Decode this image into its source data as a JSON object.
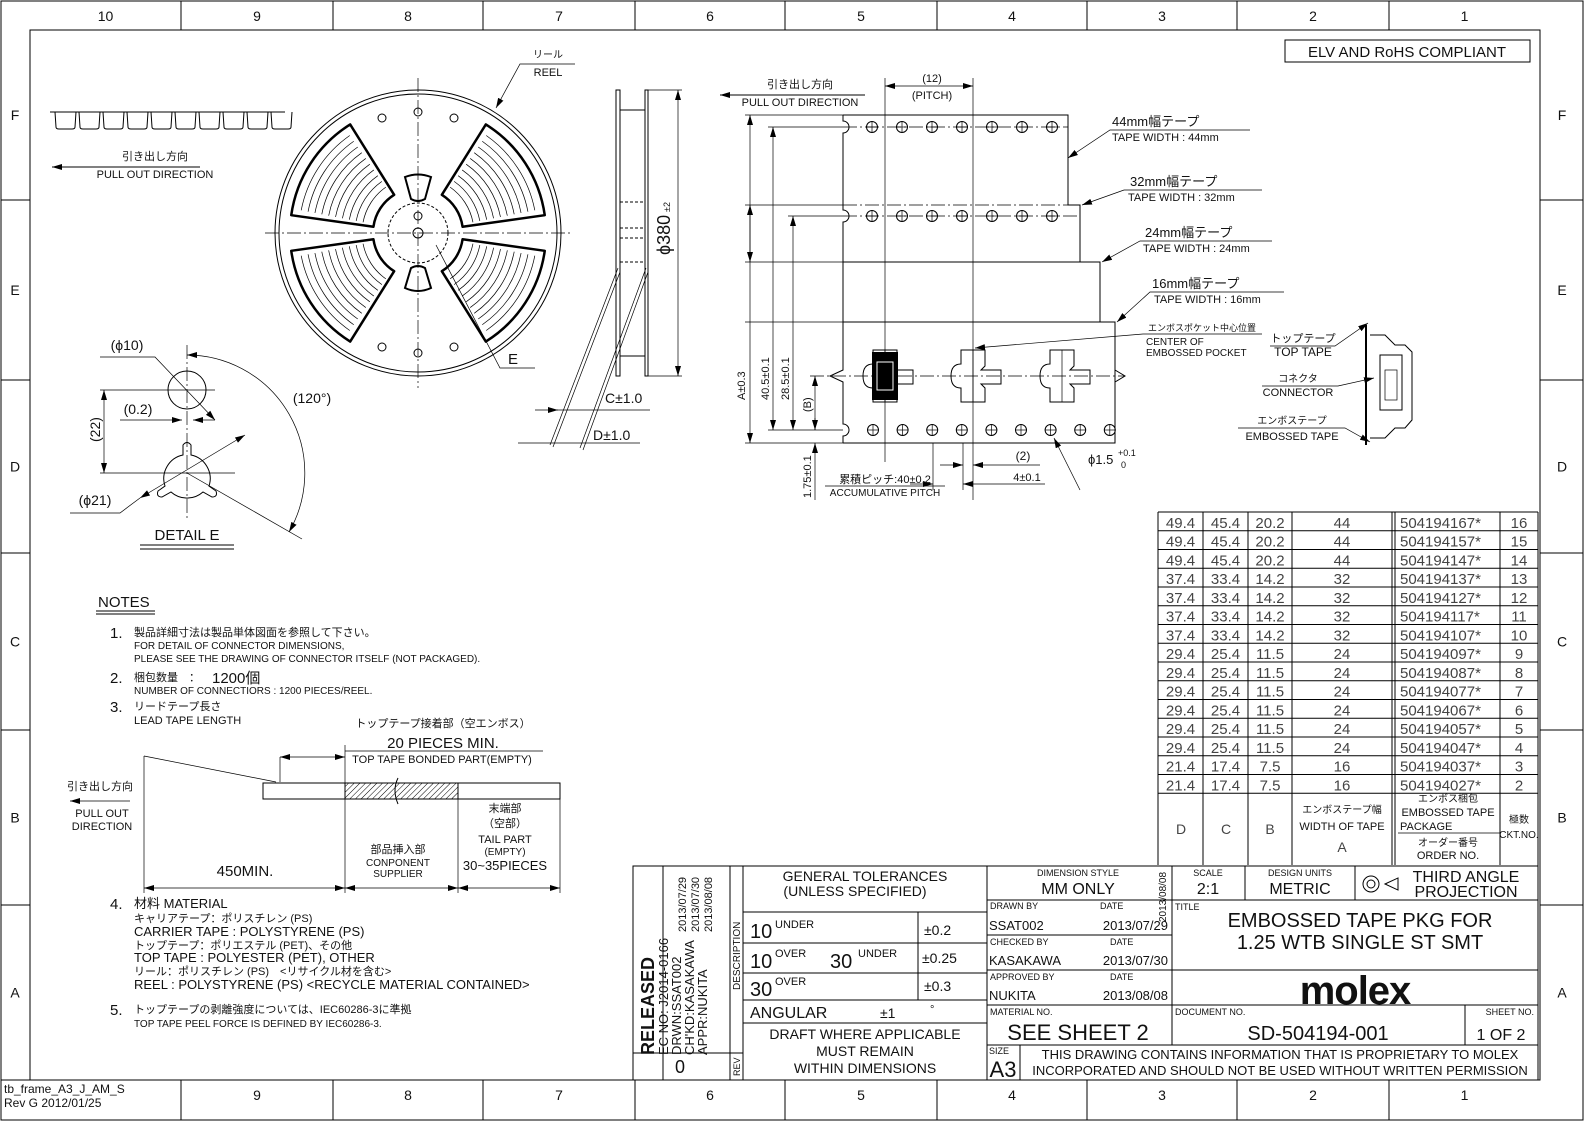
{
  "frame": {
    "col_numbers": [
      "10",
      "9",
      "8",
      "7",
      "6",
      "5",
      "4",
      "3",
      "2",
      "1"
    ],
    "row_letters": [
      "F",
      "E",
      "D",
      "C",
      "B",
      "A"
    ],
    "frame_id": "tb_frame_A3_J_AM_S",
    "frame_rev": "Rev G 2012/01/25"
  },
  "compliance": "ELV AND RoHS COMPLIANT",
  "reel": {
    "label_jp": "リール",
    "label_en": "REEL",
    "pull_jp": "引き出し方向",
    "pull_en": "PULL OUT DIRECTION",
    "diameter": "ϕ380",
    "diameter_tol": "±2",
    "c_dim": "C±1.0",
    "d_dim": "D±1.0",
    "detail_ref": "E"
  },
  "detail_e": {
    "d10": "(ϕ10)",
    "d02": "(0.2)",
    "d22": "(22)",
    "angle": "(120°)",
    "d21": "(ϕ21)",
    "title": "DETAIL E"
  },
  "tape": {
    "pull_jp": "引き出し方向",
    "pull_en": "PULL OUT DIRECTION",
    "pitch_value": "(12)",
    "pitch_label": "(PITCH)",
    "widths": [
      {
        "jp": "44mm幅テープ",
        "en": "TAPE WIDTH : 44mm"
      },
      {
        "jp": "32mm幅テープ",
        "en": "TAPE WIDTH : 32mm"
      },
      {
        "jp": "24mm幅テープ",
        "en": "TAPE WIDTH : 24mm"
      },
      {
        "jp": "16mm幅テープ",
        "en": "TAPE WIDTH : 16mm"
      }
    ],
    "center_jp": "エンボスポケット中心位置",
    "center_en1": "CENTER OF",
    "center_en2": "EMBOSSED POCKET",
    "top_tape_jp": "トップテープ",
    "top_tape_en": "TOP TAPE",
    "connector_jp": "コネクタ",
    "connector_en": "CONNECTOR",
    "emb_jp": "エンボステープ",
    "emb_en": "EMBOSSED TAPE",
    "dim_a": "A±0.3",
    "dim_405": "40.5±0.1",
    "dim_285": "28.5±0.1",
    "dim_b": "(B)",
    "dim_175": "1.75±0.1",
    "acc_jp": "累積ピッチ:40±0.2",
    "acc_en": "ACCUMULATIVE PITCH",
    "dim_2": "(2)",
    "dim_4": "4±0.1",
    "hole": "ϕ1.5",
    "hole_tol_plus": "+0.1",
    "hole_tol_minus": "0"
  },
  "table": {
    "rows": [
      [
        "49.4",
        "45.4",
        "20.2",
        "44",
        "504194167*",
        "16"
      ],
      [
        "49.4",
        "45.4",
        "20.2",
        "44",
        "504194157*",
        "15"
      ],
      [
        "49.4",
        "45.4",
        "20.2",
        "44",
        "504194147*",
        "14"
      ],
      [
        "37.4",
        "33.4",
        "14.2",
        "32",
        "504194137*",
        "13"
      ],
      [
        "37.4",
        "33.4",
        "14.2",
        "32",
        "504194127*",
        "12"
      ],
      [
        "37.4",
        "33.4",
        "14.2",
        "32",
        "504194117*",
        "11"
      ],
      [
        "37.4",
        "33.4",
        "14.2",
        "32",
        "504194107*",
        "10"
      ],
      [
        "29.4",
        "25.4",
        "11.5",
        "24",
        "504194097*",
        "9"
      ],
      [
        "29.4",
        "25.4",
        "11.5",
        "24",
        "504194087*",
        "8"
      ],
      [
        "29.4",
        "25.4",
        "11.5",
        "24",
        "504194077*",
        "7"
      ],
      [
        "29.4",
        "25.4",
        "11.5",
        "24",
        "504194067*",
        "6"
      ],
      [
        "29.4",
        "25.4",
        "11.5",
        "24",
        "504194057*",
        "5"
      ],
      [
        "29.4",
        "25.4",
        "11.5",
        "24",
        "504194047*",
        "4"
      ],
      [
        "21.4",
        "17.4",
        "7.5",
        "16",
        "504194037*",
        "3"
      ],
      [
        "21.4",
        "17.4",
        "7.5",
        "16",
        "504194027*",
        "2"
      ]
    ],
    "header": {
      "d": "D",
      "c": "C",
      "b": "B",
      "width_jp": "エンボステープ幅",
      "width_en": "WIDTH OF TAPE",
      "width_a": "A",
      "pkg_jp": "エンボス梱包",
      "pkg_en1": "EMBOSSED TAPE",
      "pkg_en2": "PACKAGE",
      "order_jp": "オーダー番号",
      "order_en": "ORDER NO.",
      "ckt_jp": "極数",
      "ckt_en": "CKT.NO."
    }
  },
  "notes": {
    "title": "NOTES",
    "n1_num": "1.",
    "n1_jp": "製品詳細寸法は製品単体図面を参照して下さい。",
    "n1_en1": "FOR DETAIL OF CONNECTOR DIMENSIONS,",
    "n1_en2": "PLEASE SEE THE DRAWING OF CONNECTOR ITSELF (NOT PACKAGED).",
    "n2_num": "2.",
    "n2_jp": "梱包数量　：",
    "n2_qty": "1200個",
    "n2_en": "NUMBER OF CONNECTIORS : 1200 PIECES/REEL.",
    "n3_num": "3.",
    "n3_jp": "リードテープ長さ",
    "n3_en": "LEAD TAPE LENGTH",
    "lead": {
      "bonded_jp": "トップテープ接着部（空エンボス）",
      "bonded_qty": "20 PIECES MIN.",
      "bonded_en": "TOP TAPE BONDED PART(EMPTY)",
      "pull_jp": "引き出し方向",
      "pull_en1": "PULL OUT",
      "pull_en2": "DIRECTION",
      "lead_len": "450MIN.",
      "comp_jp": "部品挿入部",
      "comp_en1": "CONPONENT",
      "comp_en2": "SUPPLIER",
      "tail_jp1": "末端部",
      "tail_jp2": "（空部）",
      "tail_en1": "TAIL PART",
      "tail_en2": "(EMPTY)",
      "tail_qty": "30~35PIECES"
    },
    "n4_num": "4.",
    "n4_title": "材料 MATERIAL",
    "n4_lines": [
      "キャリアテープ：ポリスチレン (PS)",
      "CARRIER TAPE : POLYSTYRENE (PS)",
      "トップテープ：ポリエステル (PET)、その他",
      "TOP TAPE : POLYESTER (PET), OTHER",
      "リール：ポリスチレン (PS)　<リサイクル材を含む>",
      "REEL : POLYSTYRENE (PS)  <RECYCLE MATERIAL CONTAINED>"
    ],
    "n5_num": "5.",
    "n5_jp": "トップテープの剥離強度については、IEC60286-3に準拠",
    "n5_en": "TOP TAPE PEEL FORCE IS DEFINED BY IEC60286-3."
  },
  "title_block": {
    "released": "RELEASED",
    "ec_no": "EC NO: J2014-0166",
    "drwn": "DRWN:SSAT002",
    "chkd": "CH'KD:KASAKAWA",
    "appr": "APPR:NUKITA",
    "rev_dates": [
      "2013/07/29",
      "2013/07/30",
      "2013/08/08"
    ],
    "description_label": "DESCRIPTION",
    "rev_label": "REV",
    "rev_value": "0",
    "gen_tol1": "GENERAL TOLERANCES",
    "gen_tol2": "(UNLESS SPECIFIED)",
    "tolerances": [
      {
        "a": "10",
        "a_sup": "UNDER",
        "b": "",
        "b_sup": "",
        "value": "±0.2"
      },
      {
        "a": "10",
        "a_sup": "OVER",
        "b": "30",
        "b_sup": "UNDER",
        "value": "±0.25"
      },
      {
        "a": "30",
        "a_sup": "OVER",
        "b": "",
        "b_sup": "",
        "value": "±0.3"
      }
    ],
    "angular": "ANGULAR",
    "angular_value": "±1",
    "angular_unit": "°",
    "draft1": "DRAFT WHERE APPLICABLE",
    "draft2": "MUST REMAIN",
    "draft3": "WITHIN DIMENSIONS",
    "dim_style_label": "DIMENSION STYLE",
    "dim_style": "MM ONLY",
    "dim_style_date": "2013/08/08",
    "scale_label": "SCALE",
    "scale": "2:1",
    "units_label": "DESIGN UNITS",
    "units": "METRIC",
    "projection1": "THIRD ANGLE",
    "projection2": "PROJECTION",
    "drawn_by_label": "DRAWN BY",
    "drawn_by": "SSAT002",
    "drawn_date": "2013/07/29",
    "checked_by_label": "CHECKED BY",
    "checked_by": "KASAKAWA",
    "checked_date": "2013/07/30",
    "approved_by_label": "APPROVED BY",
    "approved_by": "NUKITA",
    "approved_date": "2013/08/08",
    "date_label": "DATE",
    "title_label": "TITLE",
    "title1": "EMBOSSED TAPE PKG FOR",
    "title2": "1.25 WTB SINGLE ST SMT",
    "company": "molex",
    "material_label": "MATERIAL NO.",
    "material": "SEE SHEET 2",
    "doc_label": "DOCUMENT NO.",
    "doc_no": "SD-504194-001",
    "sheet_label": "SHEET NO.",
    "sheet": "1 OF 2",
    "size_label": "SIZE",
    "size": "A3",
    "proprietary1": "THIS DRAWING CONTAINS INFORMATION THAT IS PROPRIETARY TO MOLEX",
    "proprietary2": "INCORPORATED AND SHOULD NOT BE USED WITHOUT WRITTEN PERMISSION"
  }
}
